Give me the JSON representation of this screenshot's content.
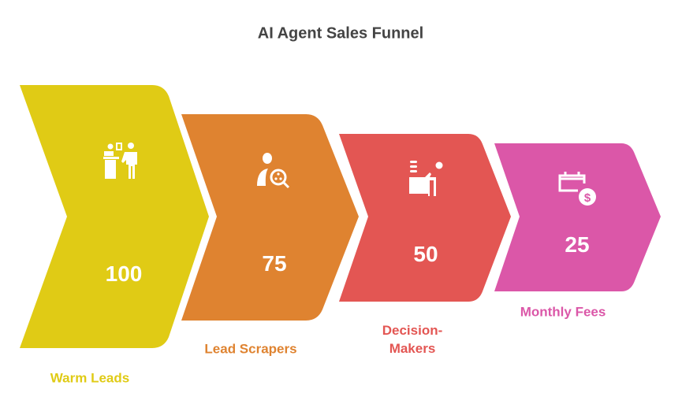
{
  "title": "AI Agent Sales Funnel",
  "stages": [
    {
      "label": "Warm Leads",
      "value": "100",
      "color": "#E0CB15",
      "icon": "receptionist-icon"
    },
    {
      "label": "Lead Scrapers",
      "value": "75",
      "color": "#DF8330",
      "icon": "user-search-icon"
    },
    {
      "label": "Decision-\nMakers",
      "label_line1": "Decision-",
      "label_line2": "Makers",
      "value": "50",
      "color": "#E35653",
      "icon": "presenter-desk-icon"
    },
    {
      "label": "Monthly Fees",
      "value": "25",
      "color": "#DB57A8",
      "icon": "calendar-dollar-icon"
    }
  ]
}
